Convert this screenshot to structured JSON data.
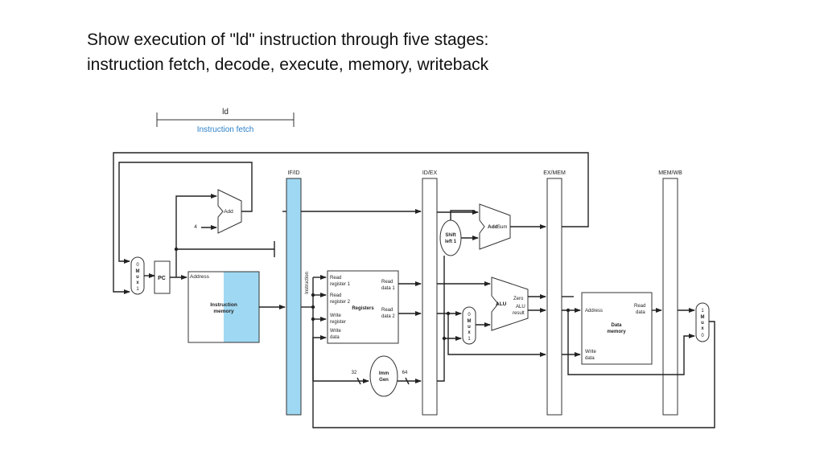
{
  "title": {
    "line1": "Show execution of \"ld\" instruction through five stages:",
    "line2": "instruction fetch, decode, execute, memory, writeback"
  },
  "diagram": {
    "stage_bracket": {
      "instruction": "ld",
      "stage": "Instruction fetch"
    },
    "pipeline_registers": [
      "IF/ID",
      "ID/EX",
      "EX/MEM",
      "MEM/WB"
    ],
    "pc": "PC",
    "pc_adder": "Add",
    "pc_increment": "4",
    "mux_pc": [
      "0",
      "M",
      "u",
      "x",
      "1"
    ],
    "instruction_memory": {
      "address": "Address",
      "line1": "Instruction",
      "line2": "memory"
    },
    "instruction_bus": "Instruction",
    "registers": {
      "title": "Registers",
      "read_reg1": [
        "Read",
        "register 1"
      ],
      "read_reg2": [
        "Read",
        "register 2"
      ],
      "write_reg": [
        "Write",
        "register"
      ],
      "write_data": [
        "Write",
        "data"
      ],
      "read_data1": [
        "Read",
        "data 1"
      ],
      "read_data2": [
        "Read",
        "data 2"
      ]
    },
    "imm_gen": {
      "line1": "Imm",
      "line2": "Gen",
      "in_width": "32",
      "out_width": "64"
    },
    "shift": {
      "line1": "Shift",
      "line2": "left 1"
    },
    "branch_adder": {
      "label": "Add",
      "sum": "Sum"
    },
    "mux_alu": [
      "0",
      "M",
      "u",
      "x",
      "1"
    ],
    "alu": {
      "label": "ALU",
      "zero": "Zero",
      "result1": "ALU",
      "result2": "result"
    },
    "data_memory": {
      "address": "Address",
      "read1": "Read",
      "read2": "data",
      "title1": "Data",
      "title2": "memory",
      "write1": "Write",
      "write2": "data"
    },
    "mux_wb": [
      "1",
      "M",
      "u",
      "x",
      "0"
    ],
    "colors": {
      "highlight": "#9fd8f2",
      "line": "#222222",
      "stage_text": "#2a7fc9"
    }
  }
}
